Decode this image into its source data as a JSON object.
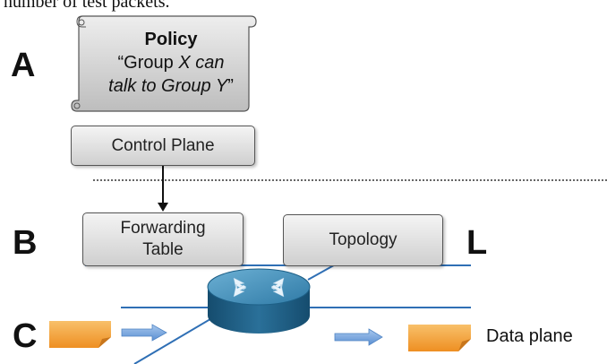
{
  "caption_fragment": "number of test packets.",
  "letters": {
    "a": "A",
    "b": "B",
    "c": "C",
    "l": "L"
  },
  "policy": {
    "title": "Policy",
    "line1_pre": "“Group ",
    "line1_em": "X can",
    "line2_em": "talk to Group Y",
    "line2_post": "”"
  },
  "control_plane": "Control Plane",
  "forwarding_table": {
    "line1": "Forwarding",
    "line2": "Table"
  },
  "topology": "Topology",
  "data_plane": "Data plane",
  "colors": {
    "router_top": "#3f8fb8",
    "router_side": "#1d5f86",
    "packet": "#f3a33a",
    "arrow": "#6f9fd8",
    "link": "#2f6fb5"
  }
}
